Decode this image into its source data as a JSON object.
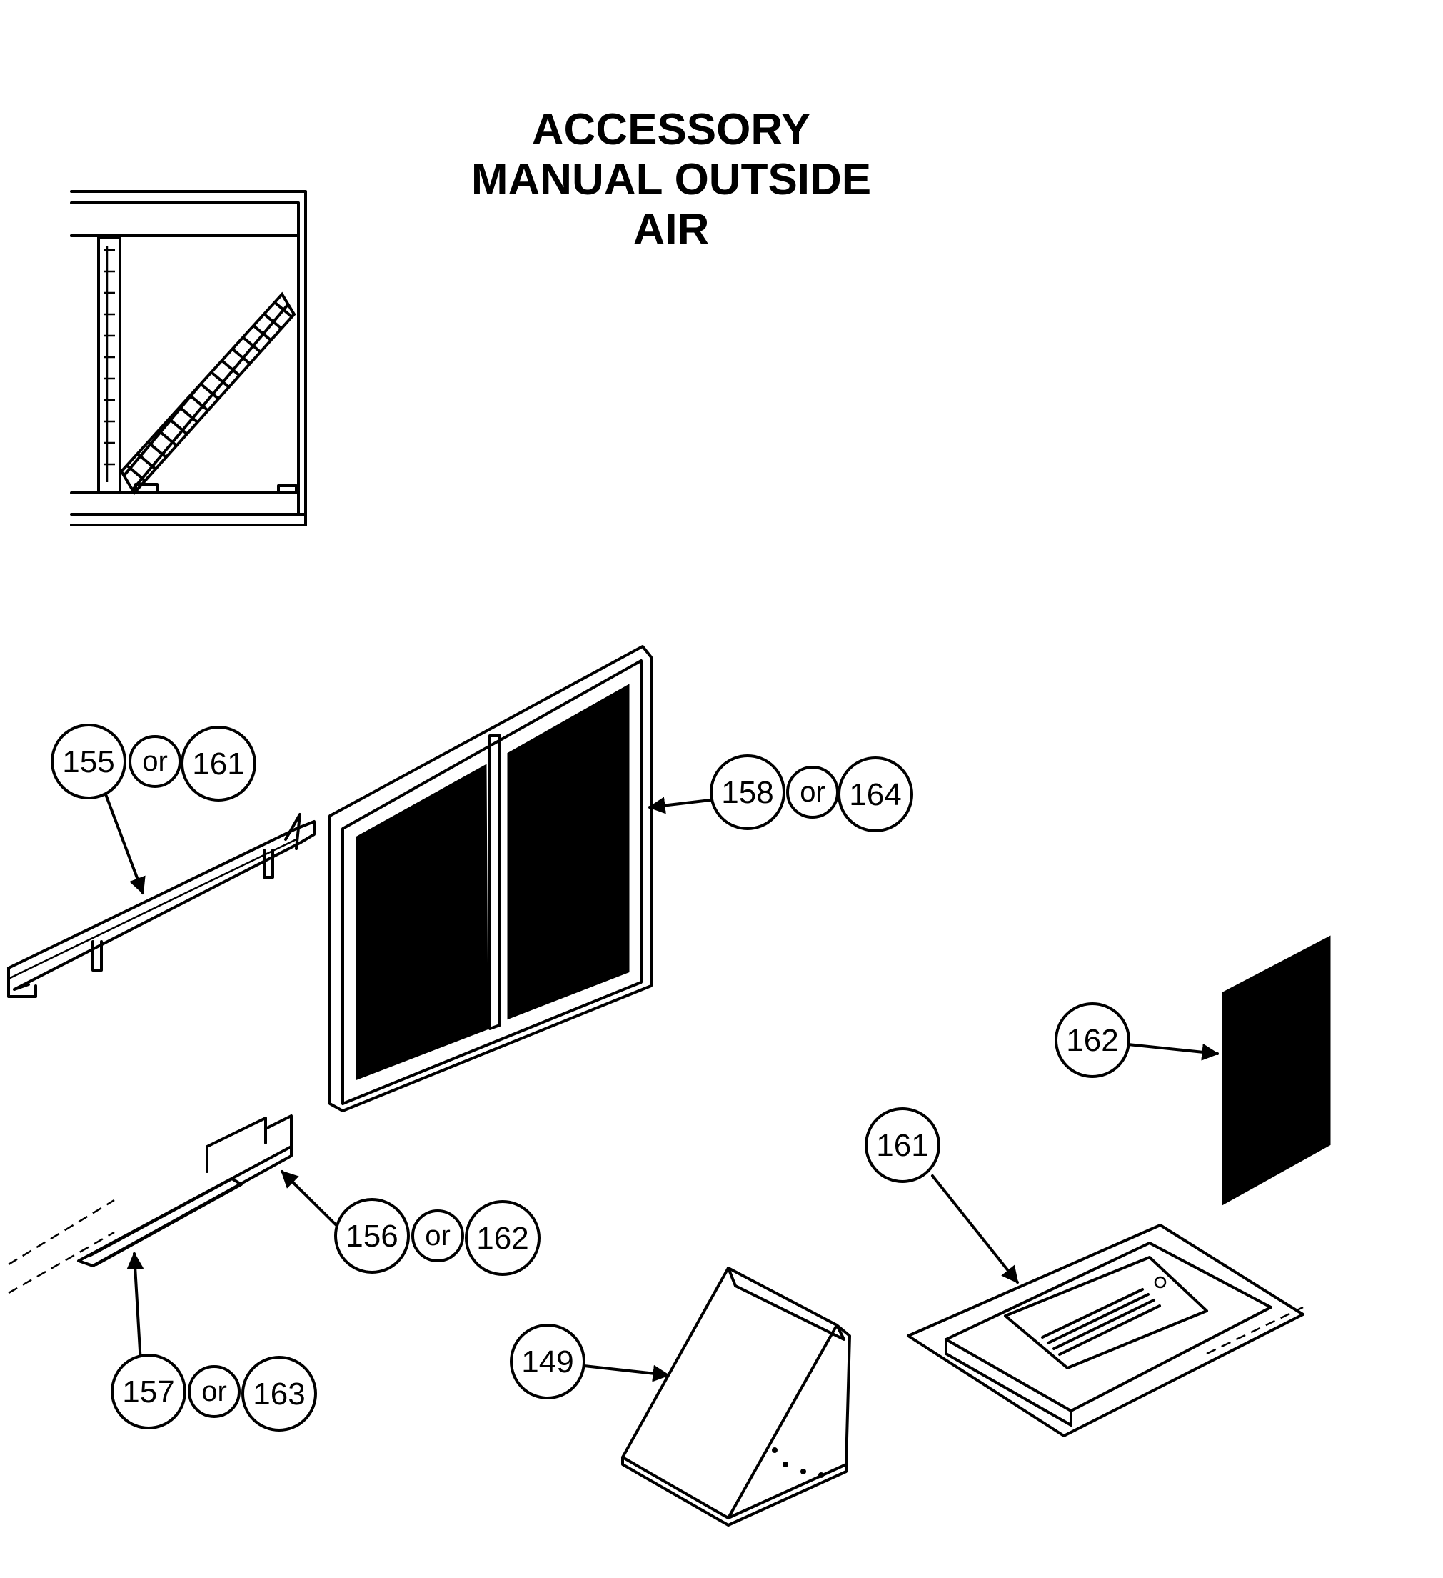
{
  "title": {
    "line1": "ACCESSORY",
    "line2": "MANUAL OUTSIDE",
    "line3": "AIR"
  },
  "callouts": {
    "c1": {
      "a": "155",
      "or": "or",
      "b": "161"
    },
    "c2": {
      "a": "158",
      "or": "or",
      "b": "164"
    },
    "c3": {
      "a": "162"
    },
    "c4": {
      "a": "161"
    },
    "c5": {
      "a": "156",
      "or": "or",
      "b": "162"
    },
    "c6": {
      "a": "157",
      "or": "or",
      "b": "163"
    },
    "c7": {
      "a": "149"
    }
  }
}
